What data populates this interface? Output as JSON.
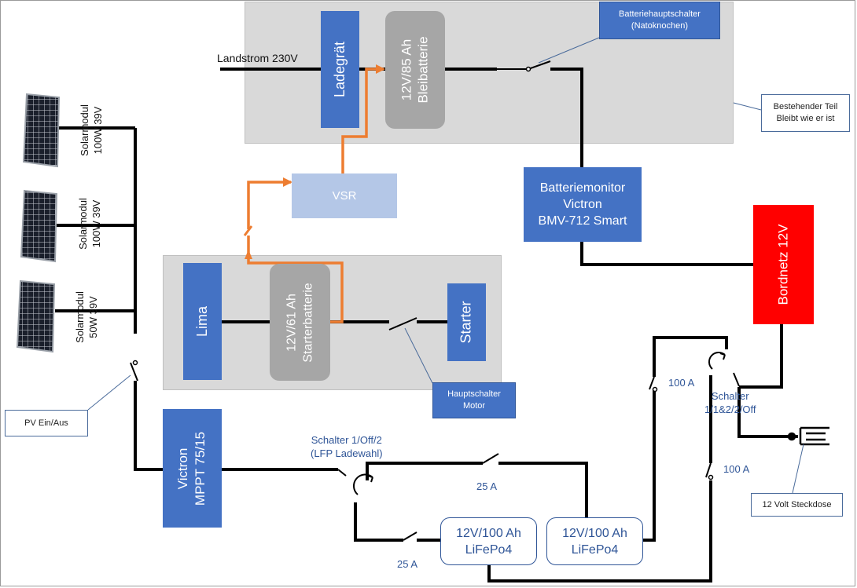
{
  "labels": {
    "landstrom": "Landstrom 230V",
    "ladegeraet": "Ladegrät",
    "bleibatterie": "12V/85 Ah\nBleibatterie",
    "batteriehauptschalter": "Batteriehauptschalter\n(Natoknochen)",
    "bestehender_teil": "Bestehender Teil\nBleibt wie er ist",
    "vsr": "VSR",
    "batteriemonitor": "Batteriemonitor\nVictron\nBMV-712 Smart",
    "bordnetz": "Bordnetz 12V",
    "lima": "Lima",
    "starterbatterie": "12V/61 Ah\nStarterbatterie",
    "starter": "Starter",
    "hauptschalter_motor": "Hauptschalter\nMotor",
    "solar1": "Solarmodul\n100W 39V",
    "solar2": "Solarmodul\n100W 39V",
    "solar3": "Solarmodul\n50W 39V",
    "pv_ein_aus": "PV Ein/Aus",
    "mppt": "Victron\nMPPT 75/15",
    "schalter_lfp": "Schalter 1/Off/2\n(LFP Ladewahl)",
    "fuse_25a_top": "25 A",
    "fuse_25a_bottom": "25 A",
    "lfp1": "12V/100 Ah\nLiFePo4",
    "lfp2": "12V/100 Ah\nLiFePo4",
    "fuse_100a_top": "100 A",
    "fuse_100a_bottom": "100 A",
    "schalter_main": "Schalter\n1/1&2/2/Off",
    "steckdose": "12 Volt Steckdose"
  },
  "colors": {
    "box_blue": "#4472c4",
    "box_lightblue": "#b4c7e7",
    "battery_grey": "#a6a6a6",
    "area_grey": "#d9d9d9",
    "bordnetz_red": "#ff0000",
    "charge_path_orange": "#ed7d31",
    "wire_black": "#000000",
    "text_blue": "#2f5597"
  },
  "icons": {
    "solar_panel": "solar-panel-icon",
    "switch": "switch-icon",
    "rotary_switch": "rotary-switch-icon",
    "socket": "socket-icon"
  }
}
